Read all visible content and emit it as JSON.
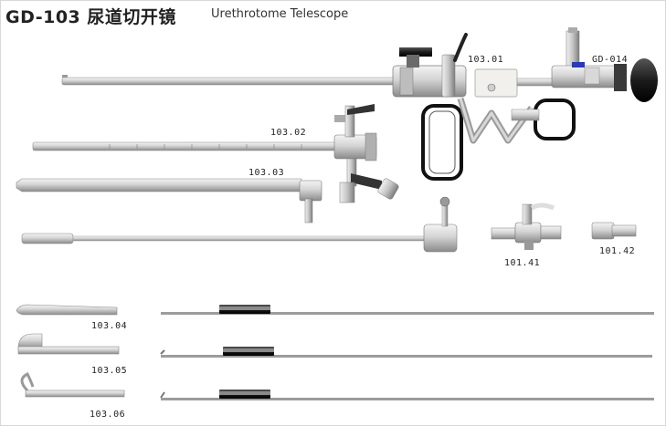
{
  "title": {
    "model": "GD-103 尿道切开镜",
    "english": "Urethrotome Telescope"
  },
  "labels": {
    "p103_01": "103.01",
    "gd_014": "GD-014",
    "p103_02": "103.02",
    "p103_03": "103.03",
    "p101_41": "101.41",
    "p101_42": "101.42",
    "p103_04": "103.04",
    "p103_05": "103.05",
    "p103_06": "103.06"
  },
  "colors": {
    "steel_light": "#e6e6e6",
    "steel_mid": "#b8b8b8",
    "steel_dark": "#7a7a7a",
    "black": "#161616",
    "blue_band": "#2a39b8"
  }
}
